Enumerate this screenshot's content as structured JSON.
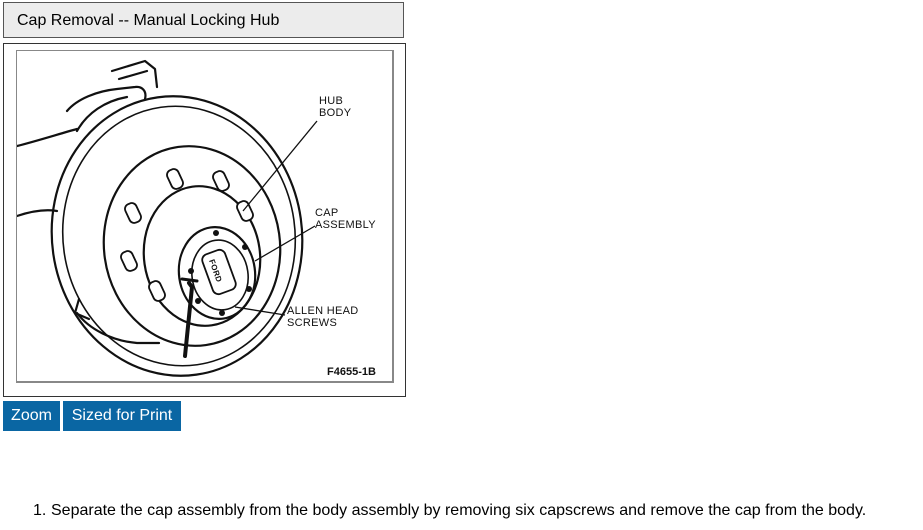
{
  "caption": {
    "title": "Cap Removal -- Manual Locking Hub"
  },
  "figure": {
    "callouts": {
      "hub_body": [
        "HUB",
        "BODY"
      ],
      "cap_assembly": [
        "CAP",
        "ASSEMBLY"
      ],
      "allen_screws": [
        "ALLEN HEAD",
        "SCREWS"
      ]
    },
    "figure_id": "F4655-1B",
    "cap_brand": "FORD"
  },
  "buttons": {
    "zoom_label": "Zoom",
    "print_label": "Sized for Print"
  },
  "colors": {
    "button_bg": "#0a66a3",
    "caption_bg": "#ececec"
  },
  "steps": [
    {
      "number": "1.",
      "text": "Separate the cap assembly from the body assembly by removing six capscrews and remove the cap from the body."
    }
  ]
}
